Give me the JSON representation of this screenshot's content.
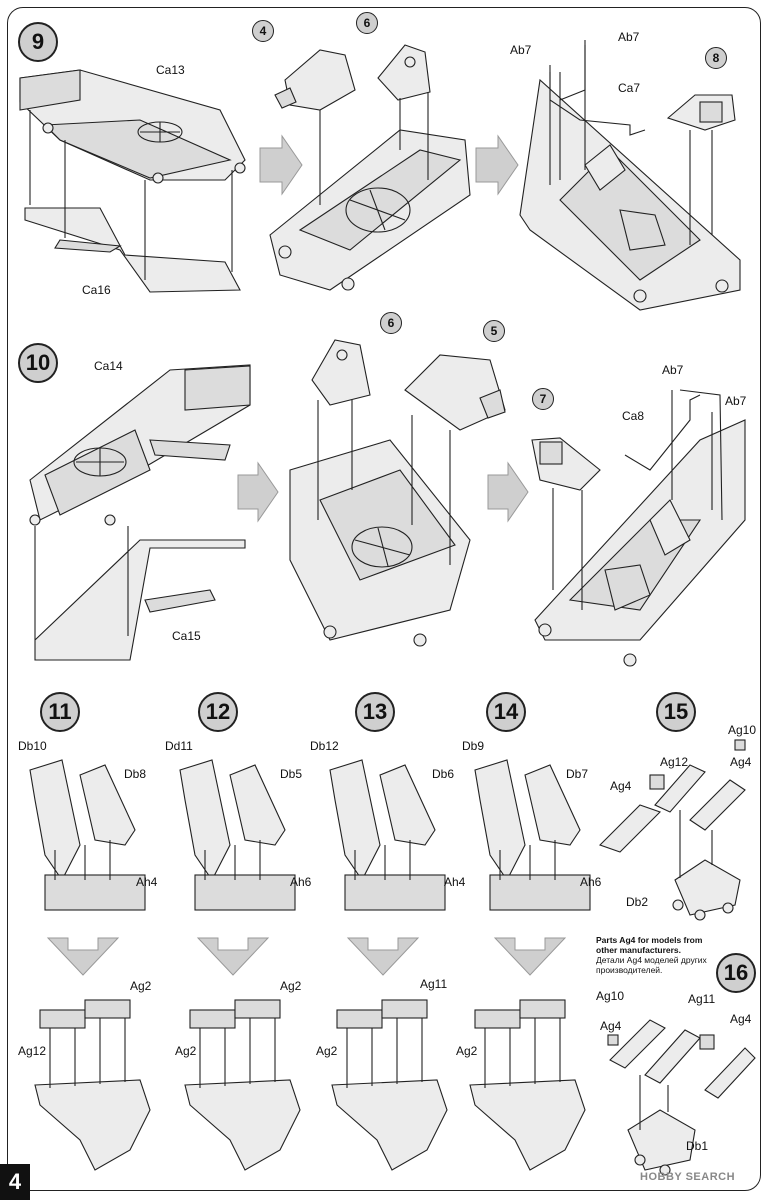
{
  "page": {
    "number": "4",
    "watermark": "HOBBY SEARCH"
  },
  "steps": [
    {
      "number": "9",
      "parts": [
        "Ca13",
        "Ca16",
        "4",
        "6",
        "Ab7",
        "Ab7",
        "Ca7",
        "8"
      ]
    },
    {
      "number": "10",
      "parts": [
        "Ca14",
        "Ca15",
        "6",
        "5",
        "Ab7",
        "Ca8",
        "Ab7",
        "7"
      ]
    },
    {
      "number": "11",
      "parts": [
        "Db10",
        "Db8",
        "Ah4",
        "Ag2",
        "Ag12"
      ]
    },
    {
      "number": "12",
      "parts": [
        "Dd11",
        "Db5",
        "Ah6",
        "Ag2",
        "Ag2"
      ]
    },
    {
      "number": "13",
      "parts": [
        "Db12",
        "Db6",
        "Ah4",
        "Ag11",
        "Ag2"
      ]
    },
    {
      "number": "14",
      "parts": [
        "Db9",
        "Db7",
        "Ah6",
        "Ag2"
      ]
    },
    {
      "number": "15",
      "parts": [
        "Ag10",
        "Ag12",
        "Ag4",
        "Ag4",
        "Db2"
      ]
    },
    {
      "number": "16",
      "parts": [
        "Ag10",
        "Ag4",
        "Ag11",
        "Ag4",
        "Db1"
      ]
    }
  ],
  "note": {
    "en": "Parts Ag4 for models from other manufacturers.",
    "ru": "Детали Ag4 моделей других производителей."
  }
}
